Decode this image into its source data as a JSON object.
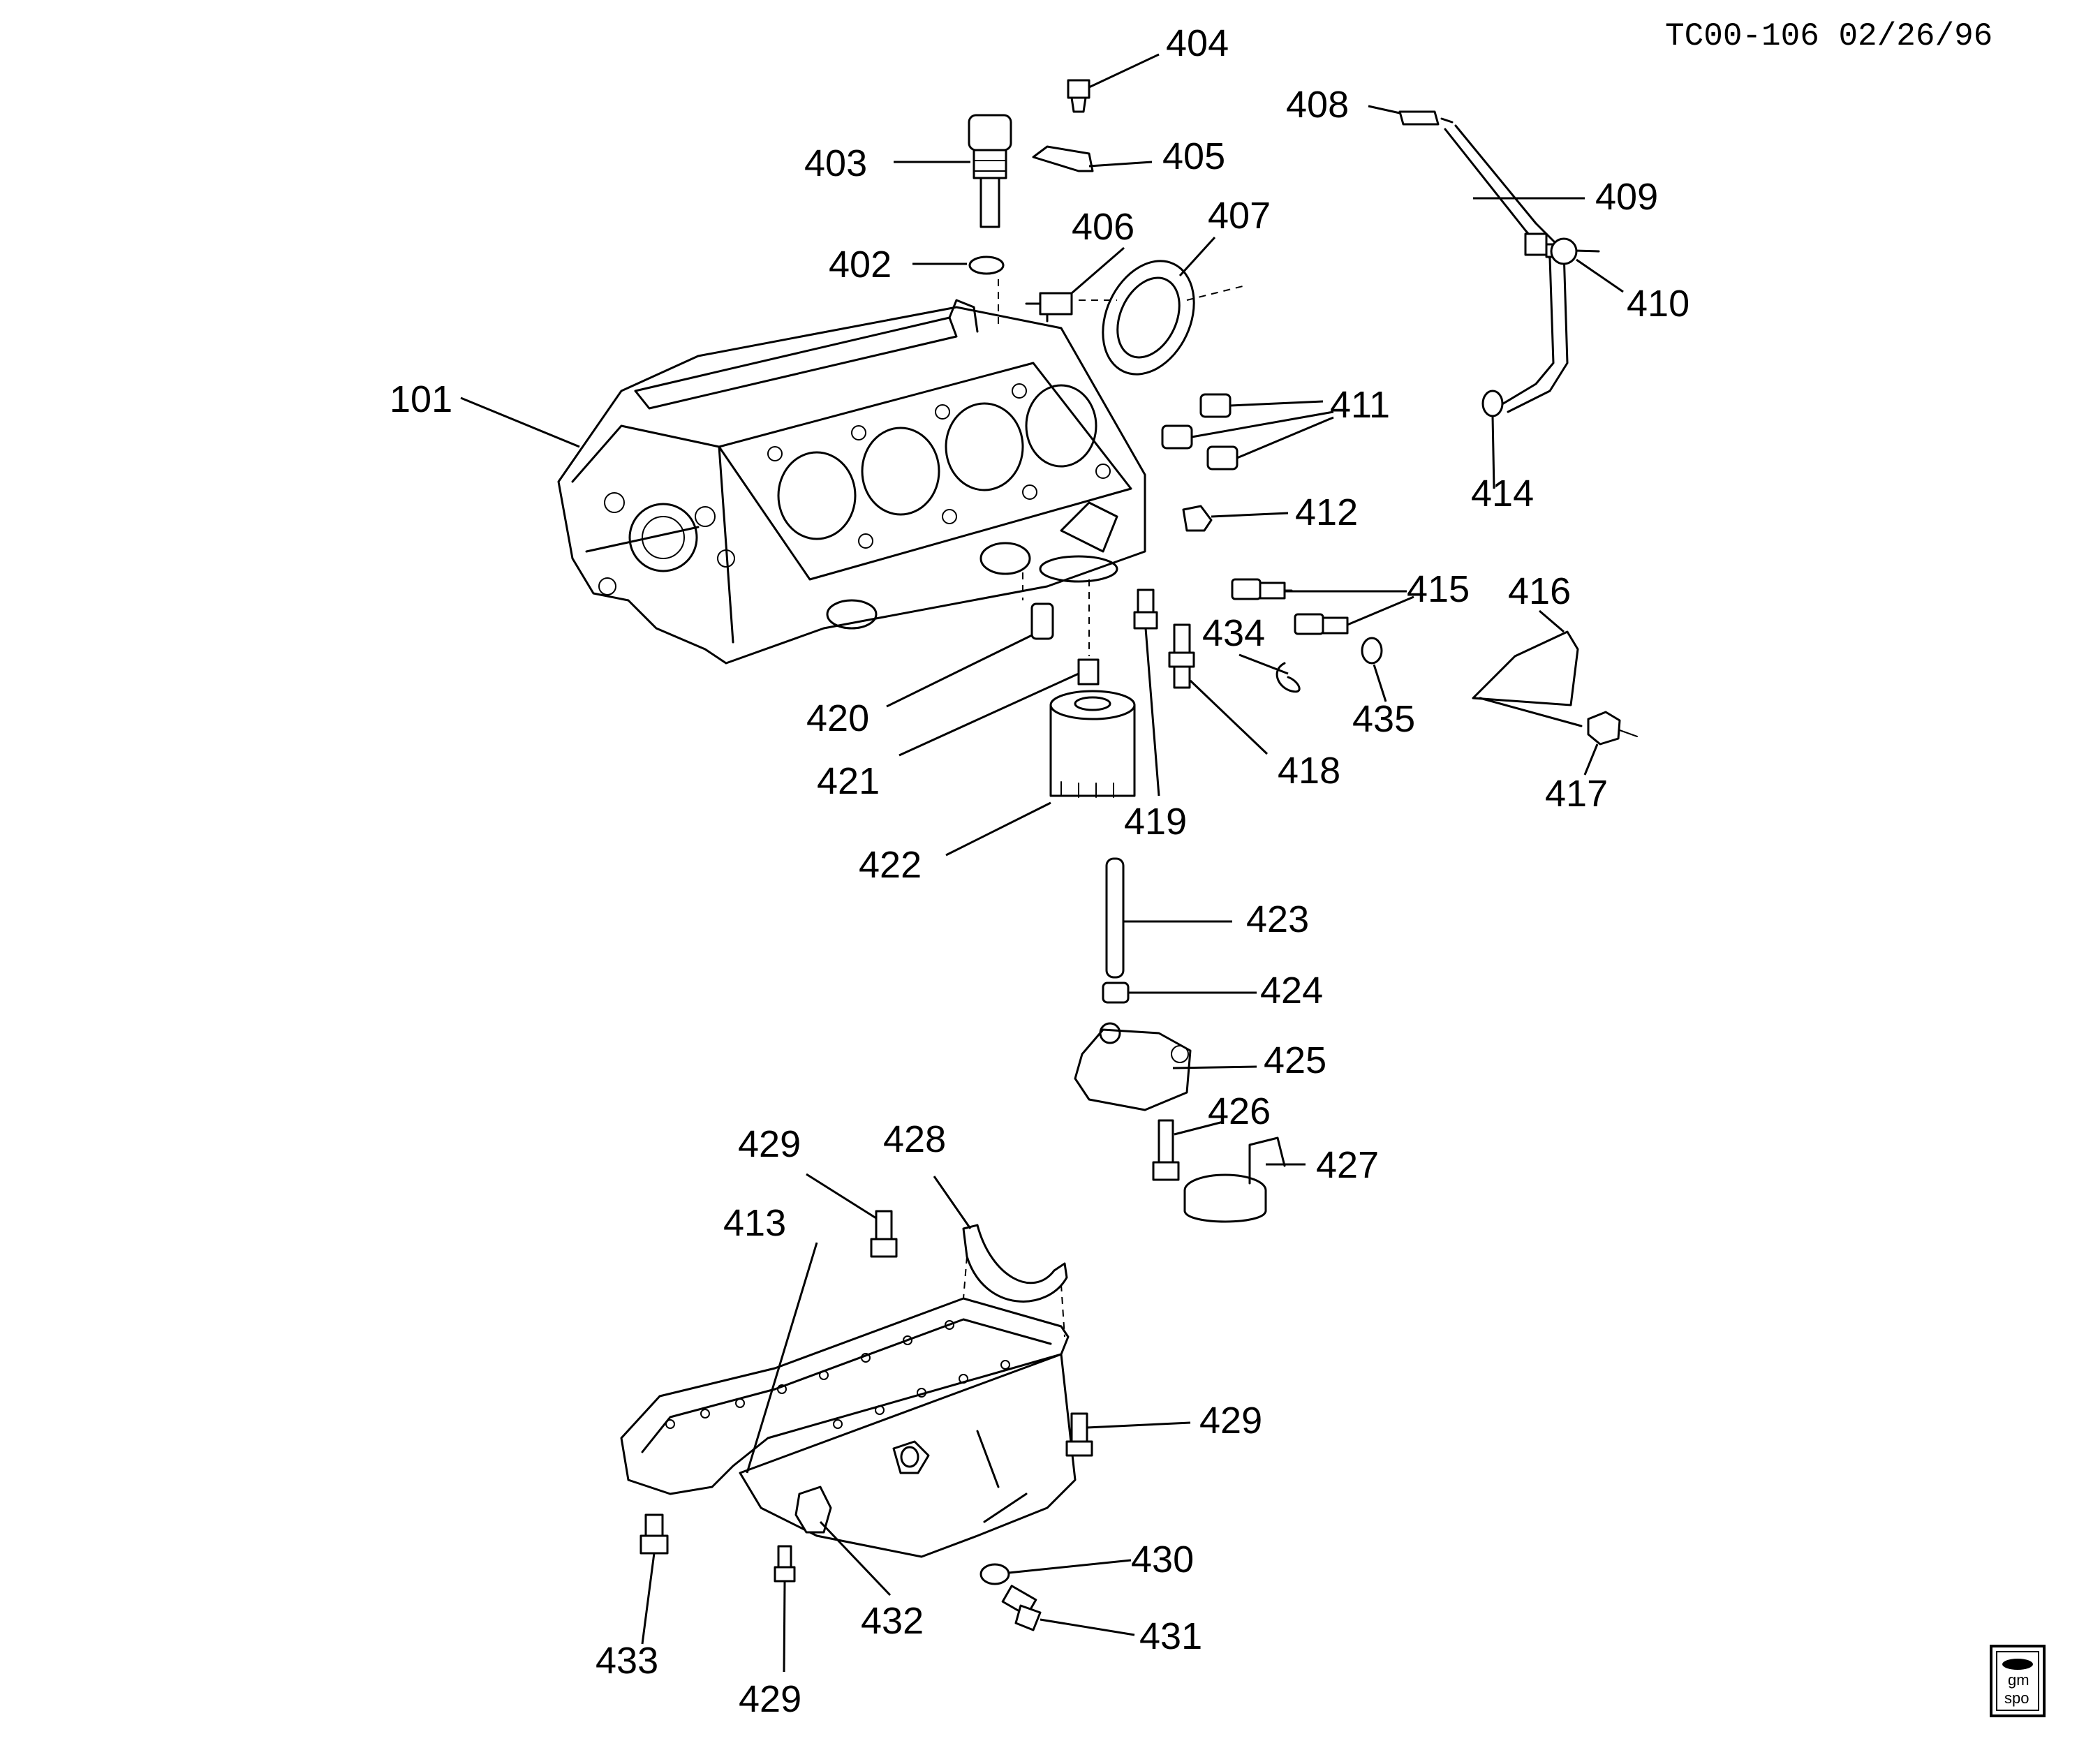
{
  "header": {
    "document_id": "TC00-106 02/26/96"
  },
  "callouts": {
    "c101": "101",
    "c402": "402",
    "c403": "403",
    "c404": "404",
    "c405": "405",
    "c406": "406",
    "c407": "407",
    "c408": "408",
    "c409": "409",
    "c410": "410",
    "c411": "411",
    "c412": "412",
    "c413": "413",
    "c414": "414",
    "c415": "415",
    "c416": "416",
    "c417": "417",
    "c418": "418",
    "c419": "419",
    "c420": "420",
    "c421": "421",
    "c422": "422",
    "c423": "423",
    "c424": "424",
    "c425": "425",
    "c426": "426",
    "c427": "427",
    "c428": "428",
    "c429a": "429",
    "c429b": "429",
    "c429c": "429",
    "c430": "430",
    "c431": "431",
    "c432": "432",
    "c433": "433",
    "c434": "434",
    "c435": "435"
  },
  "logo": {
    "line1": "gm",
    "line2": "spo",
    "icon": "gm-spo-logo-icon"
  }
}
